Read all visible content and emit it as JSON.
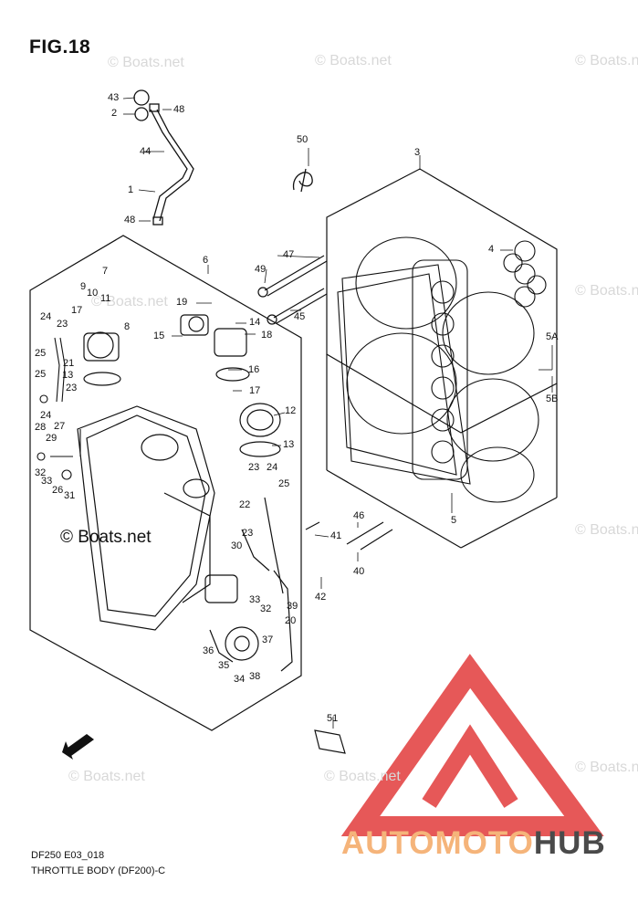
{
  "figure": {
    "title": "FIG.18"
  },
  "watermarks": {
    "repeat_text": "© Boats.net",
    "main_text": "© Boats.net"
  },
  "callouts": [
    "1",
    "2",
    "3",
    "4",
    "5",
    "5A",
    "5B",
    "6",
    "7",
    "8",
    "9",
    "10",
    "11",
    "12",
    "13",
    "13",
    "14",
    "15",
    "16",
    "17",
    "17",
    "18",
    "19",
    "20",
    "21",
    "22",
    "23",
    "23",
    "23",
    "23",
    "24",
    "24",
    "24",
    "25",
    "25",
    "25",
    "26",
    "27",
    "28",
    "29",
    "30",
    "31",
    "32",
    "32",
    "33",
    "33",
    "34",
    "35",
    "36",
    "37",
    "38",
    "39",
    "40",
    "41",
    "42",
    "43",
    "44",
    "45",
    "46",
    "47",
    "48",
    "48",
    "49",
    "50",
    "51"
  ],
  "footer": {
    "code": "DF250 E03_018",
    "caption": "THROTTLE BODY (DF200)-C"
  },
  "logo": {
    "part1": "AUTO",
    "part2": "MOTO",
    "part3": "HUB",
    "colors": {
      "triangle": "#e23b3b",
      "accent": "#f5b47a",
      "dark": "#4a4a4a"
    }
  },
  "icons": [
    "fwd-arrow-icon",
    "brand-triangle-icon"
  ]
}
